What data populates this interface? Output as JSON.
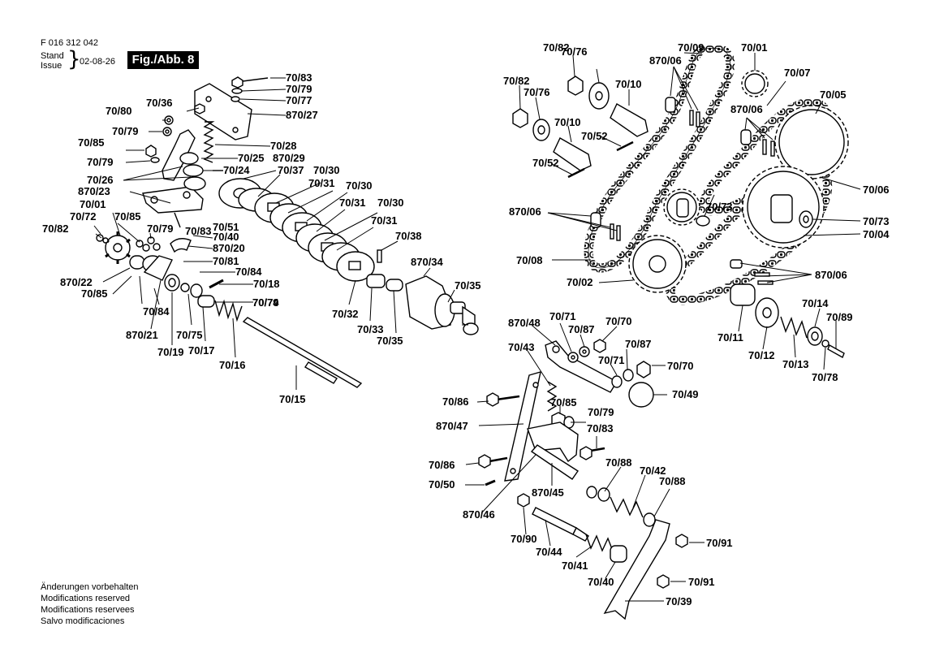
{
  "header": {
    "doc_number": "F 016 312 042",
    "stand_label": "Stand",
    "issue_label": "Issue",
    "date": "02-08-26",
    "figure": "Fig./Abb. 8"
  },
  "notes": [
    "Änderungen vorbehalten",
    "Modifications reserved",
    "Modifications reservees",
    "Salvo modificaciones"
  ],
  "part_labels": [
    "70/83",
    "70/79",
    "70/77",
    "870/27",
    "70/36",
    "70/80",
    "70/79",
    "70/85",
    "70/79",
    "70/26",
    "70/28",
    "70/25",
    "870/29",
    "70/24",
    "70/37",
    "70/30",
    "870/23",
    "70/31",
    "70/30",
    "70/01",
    "70/31",
    "70/30",
    "70/72",
    "70/85",
    "70/51",
    "70/31",
    "70/82",
    "70/79",
    "70/83",
    "70/40",
    "870/20",
    "70/38",
    "70/81",
    "870/34",
    "70/84",
    "870/22",
    "70/18",
    "70/35",
    "70/85",
    "70/79",
    "70/74",
    "70/84",
    "70/32",
    "70/33",
    "70/35",
    "870/21",
    "70/75",
    "70/19",
    "70/17",
    "70/16",
    "70/15",
    "70/82",
    "70/09",
    "70/01",
    "70/76",
    "870/06",
    "70/82",
    "70/10",
    "70/07",
    "70/76",
    "870/06",
    "70/05",
    "70/10",
    "70/52",
    "70/52",
    "70/06",
    "870/06",
    "70/73",
    "70/73",
    "70/04",
    "70/08",
    "870/06",
    "70/02",
    "70/14",
    "70/89",
    "70/11",
    "70/12",
    "70/13",
    "70/78",
    "870/48",
    "70/71",
    "70/87",
    "70/70",
    "70/43",
    "70/87",
    "70/71",
    "70/70",
    "70/49",
    "70/86",
    "70/85",
    "70/79",
    "870/47",
    "70/83",
    "70/86",
    "70/88",
    "70/42",
    "70/50",
    "70/88",
    "870/45",
    "870/46",
    "70/90",
    "70/91",
    "70/44",
    "70/41",
    "70/91",
    "70/40",
    "70/39"
  ]
}
